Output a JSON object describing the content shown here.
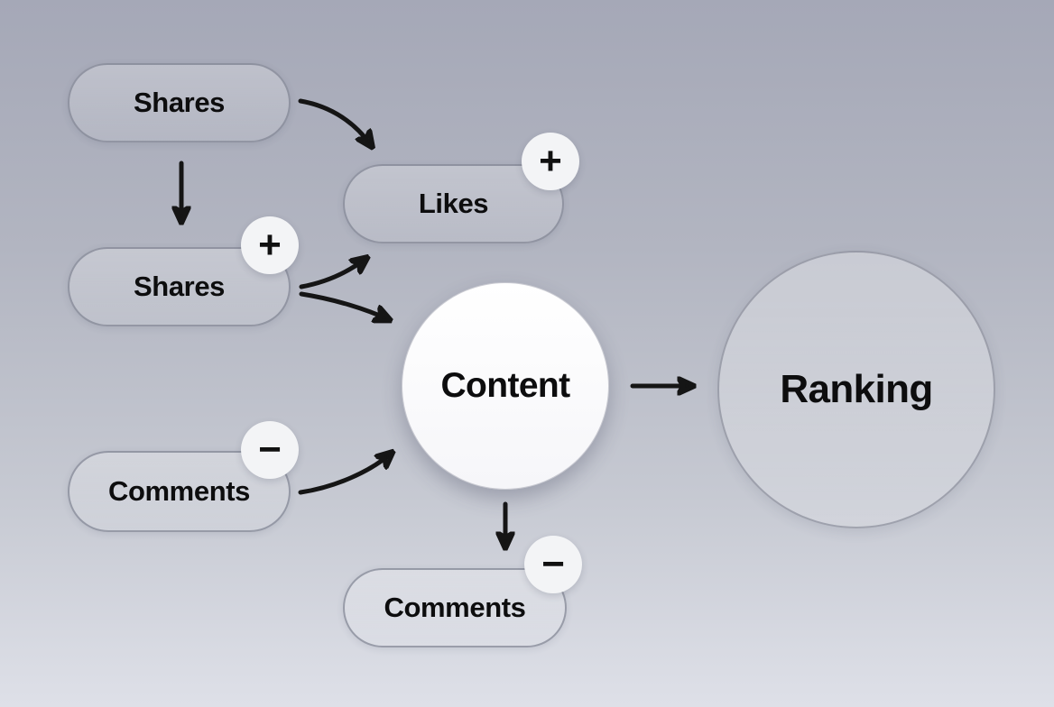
{
  "diagram": {
    "nodes": {
      "shares_top": {
        "label": "Shares"
      },
      "likes": {
        "label": "Likes",
        "badge": "+"
      },
      "shares_mid": {
        "label": "Shares",
        "badge": "+"
      },
      "comments_left": {
        "label": "Comments",
        "badge": "−"
      },
      "content": {
        "label": "Content"
      },
      "ranking": {
        "label": "Ranking"
      },
      "comments_bottom": {
        "label": "Comments",
        "badge": "−"
      }
    },
    "edges": [
      {
        "from": "shares-top",
        "to": "likes"
      },
      {
        "from": "shares-top",
        "to": "shares-mid"
      },
      {
        "from": "shares-mid",
        "to": "likes"
      },
      {
        "from": "shares-mid",
        "to": "content"
      },
      {
        "from": "comments-left",
        "to": "content"
      },
      {
        "from": "content",
        "to": "ranking"
      },
      {
        "from": "content",
        "to": "comments-bottom"
      }
    ],
    "colors": {
      "background_top": "#a5a8b7",
      "background_bottom": "#dee0e8",
      "node_border": "#82869 4",
      "badge_background": "#f3f4f6",
      "arrow": "#151515",
      "text": "#0d0d0e",
      "content_node_fill": "#ffffff"
    }
  }
}
